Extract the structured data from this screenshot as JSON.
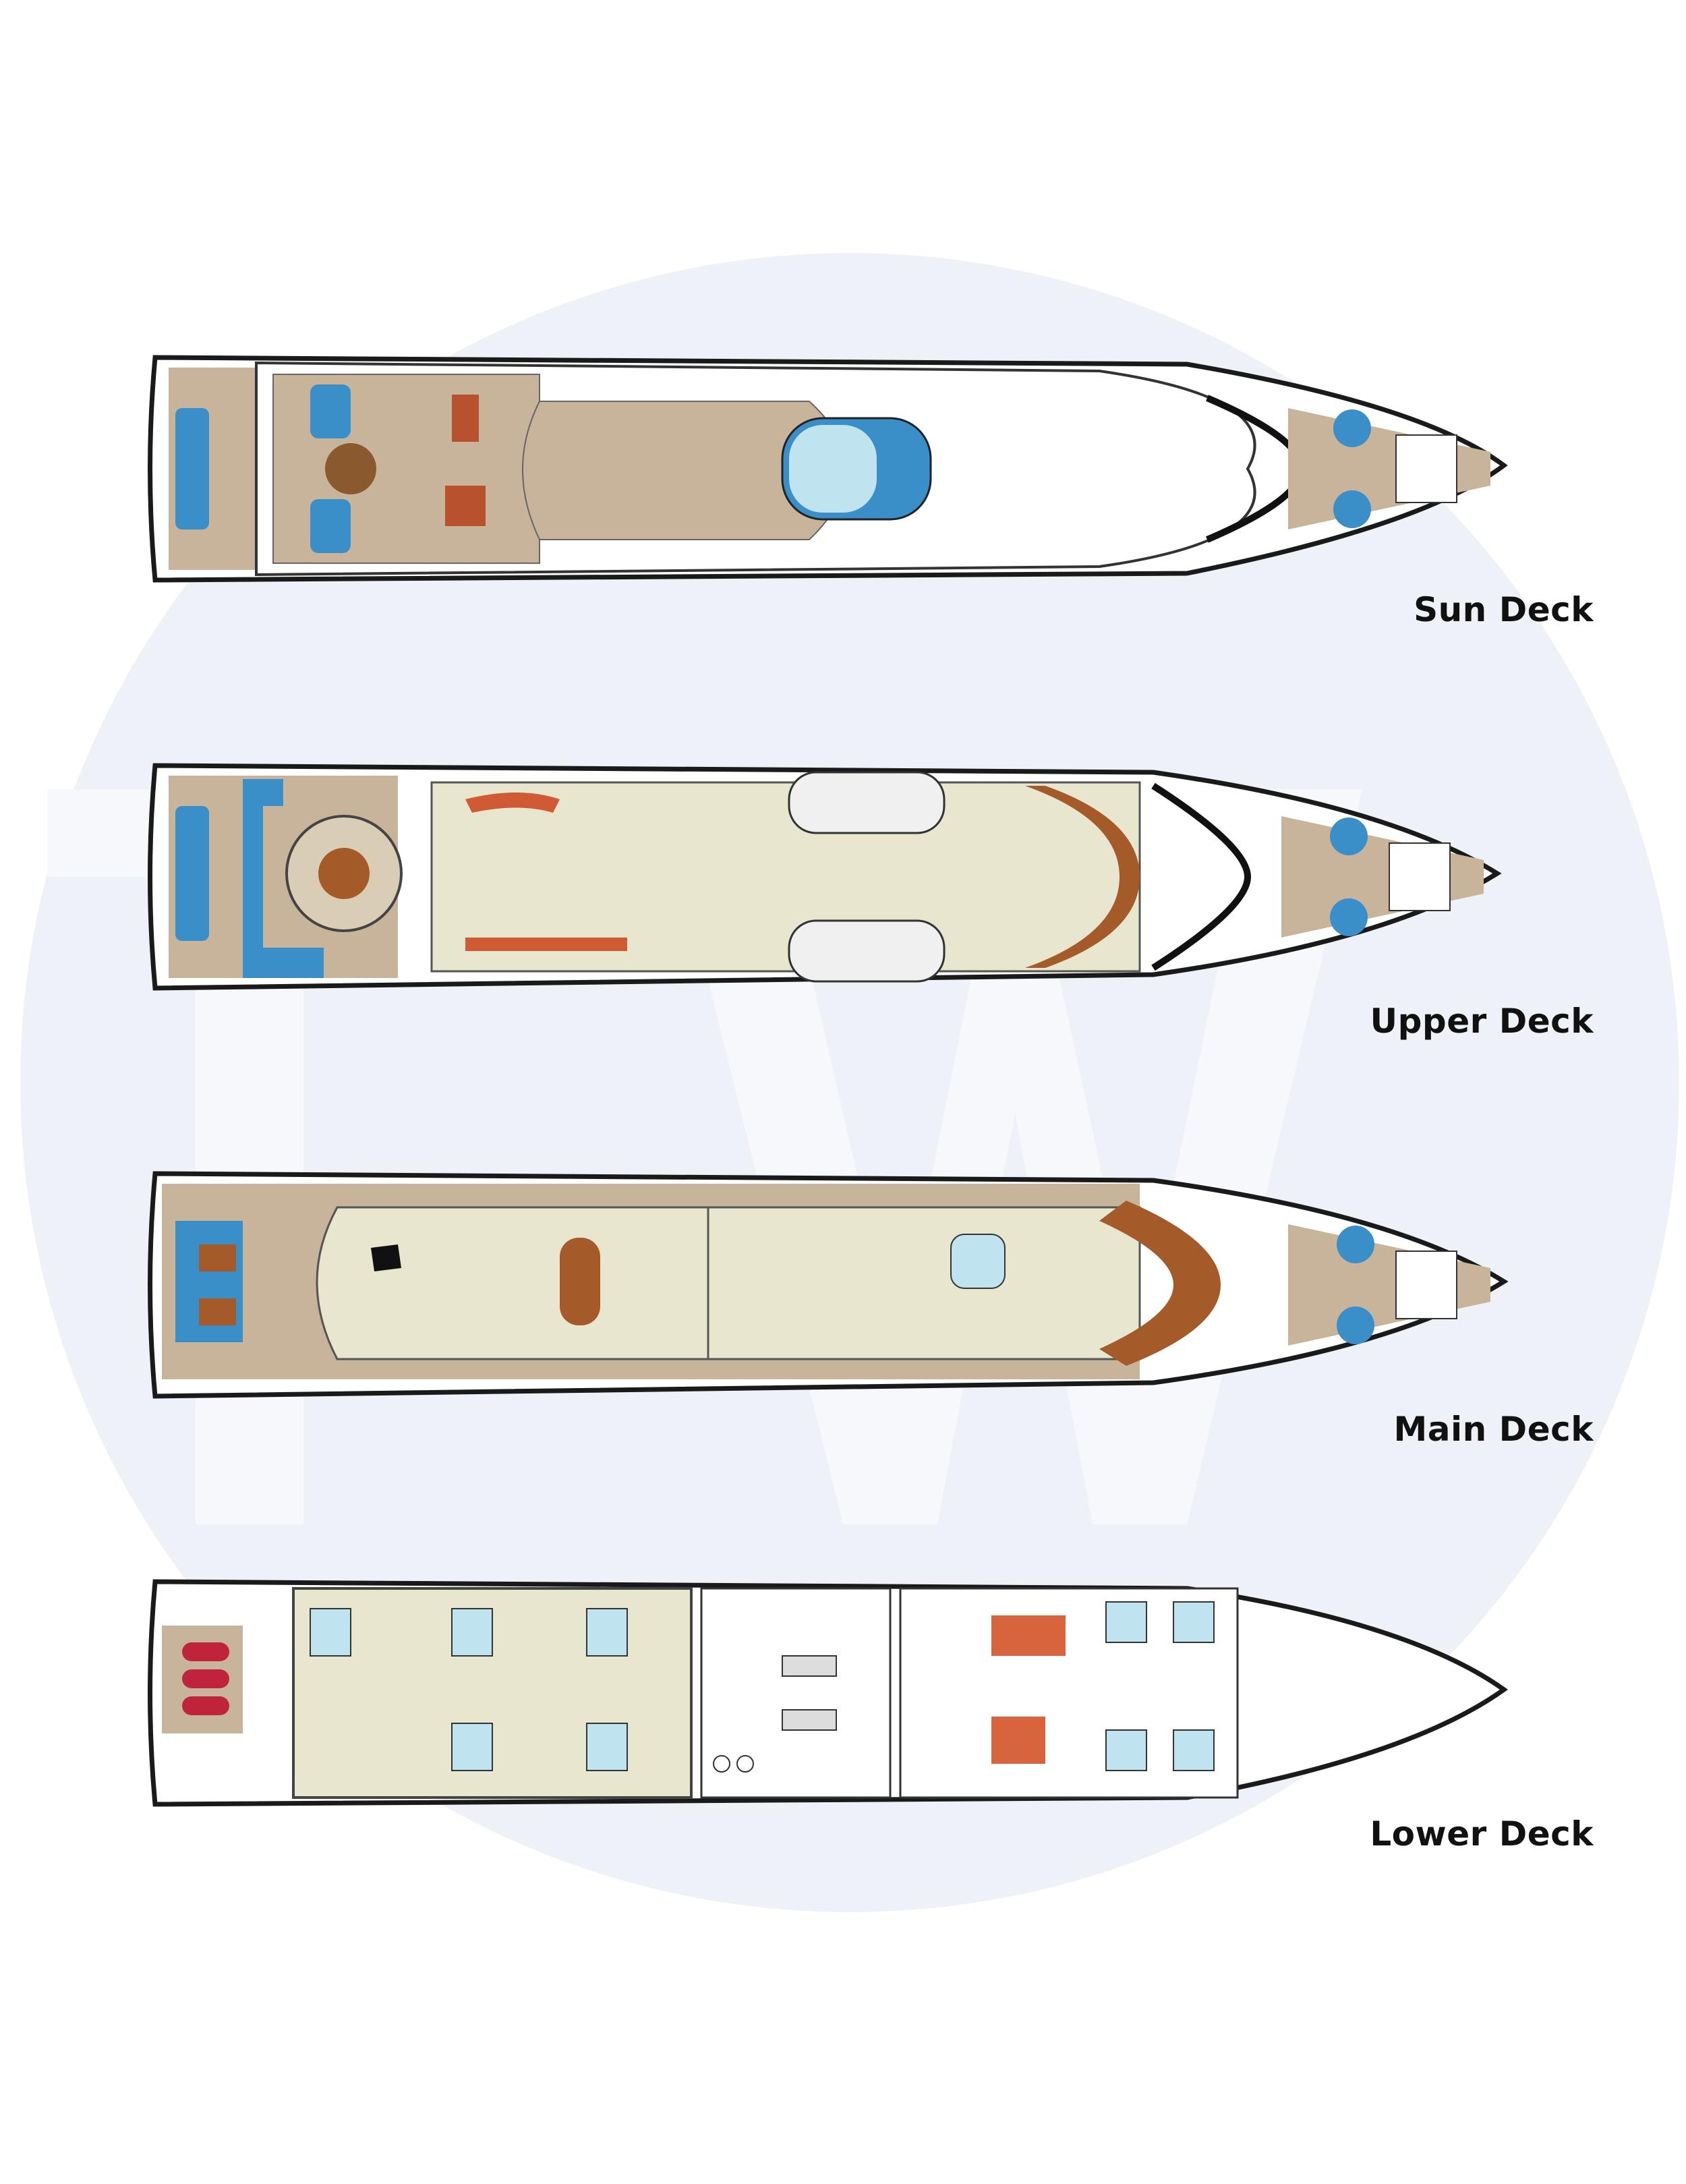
{
  "decks": [
    {
      "id": "sun",
      "label": "Sun Deck"
    },
    {
      "id": "upper",
      "label": "Upper Deck"
    },
    {
      "id": "main",
      "label": "Main Deck"
    },
    {
      "id": "lower",
      "label": "Lower Deck"
    }
  ],
  "colors": {
    "teak": "#c8b49a",
    "teak_dark": "#a58b6c",
    "interior": "#e9e6cf",
    "hull": "#ffffff",
    "outline": "#1a1a1a",
    "pool": "#3a8fc8",
    "sofa": "#b8522e",
    "watermark": "#eef2f8"
  },
  "watermark": {
    "icon": "tw-logo-watermark"
  }
}
